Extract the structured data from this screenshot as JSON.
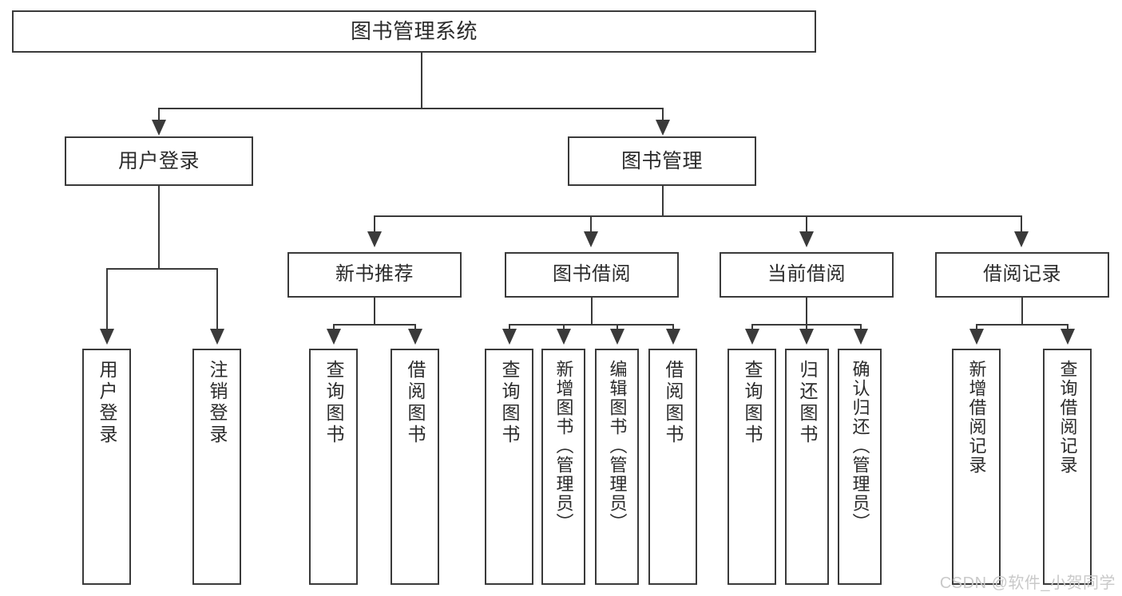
{
  "diagram": {
    "title": "图书管理系统",
    "type": "tree-hierarchy-chart",
    "watermark": "CSDN @软件_小贺同学",
    "colors": {
      "line": "#3a3a3a",
      "box_border": "#3a3a3a",
      "box_fill": "#ffffff",
      "text": "#2b2b2b",
      "watermark": "#c9c9c9",
      "background": "#ffffff"
    },
    "root": {
      "label": "图书管理系统"
    },
    "level2": [
      {
        "label": "用户登录"
      },
      {
        "label": "图书管理"
      }
    ],
    "level3": [
      {
        "label": "新书推荐"
      },
      {
        "label": "图书借阅"
      },
      {
        "label": "当前借阅"
      },
      {
        "label": "借阅记录"
      }
    ],
    "leaves": {
      "user_login": [
        {
          "label": "用户登录"
        },
        {
          "label": "注销登录"
        }
      ],
      "new_book_recommend": [
        {
          "label": "查询图书"
        },
        {
          "label": "借阅图书"
        }
      ],
      "book_borrow": [
        {
          "label": "查询图书"
        },
        {
          "label": "新增图书（管理员）"
        },
        {
          "label": "编辑图书（管理员）"
        },
        {
          "label": "借阅图书"
        }
      ],
      "current_borrow": [
        {
          "label": "查询图书"
        },
        {
          "label": "归还图书"
        },
        {
          "label": "确认归还（管理员）"
        }
      ],
      "borrow_record": [
        {
          "label": "新增借阅记录"
        },
        {
          "label": "查询借阅记录"
        }
      ]
    }
  }
}
